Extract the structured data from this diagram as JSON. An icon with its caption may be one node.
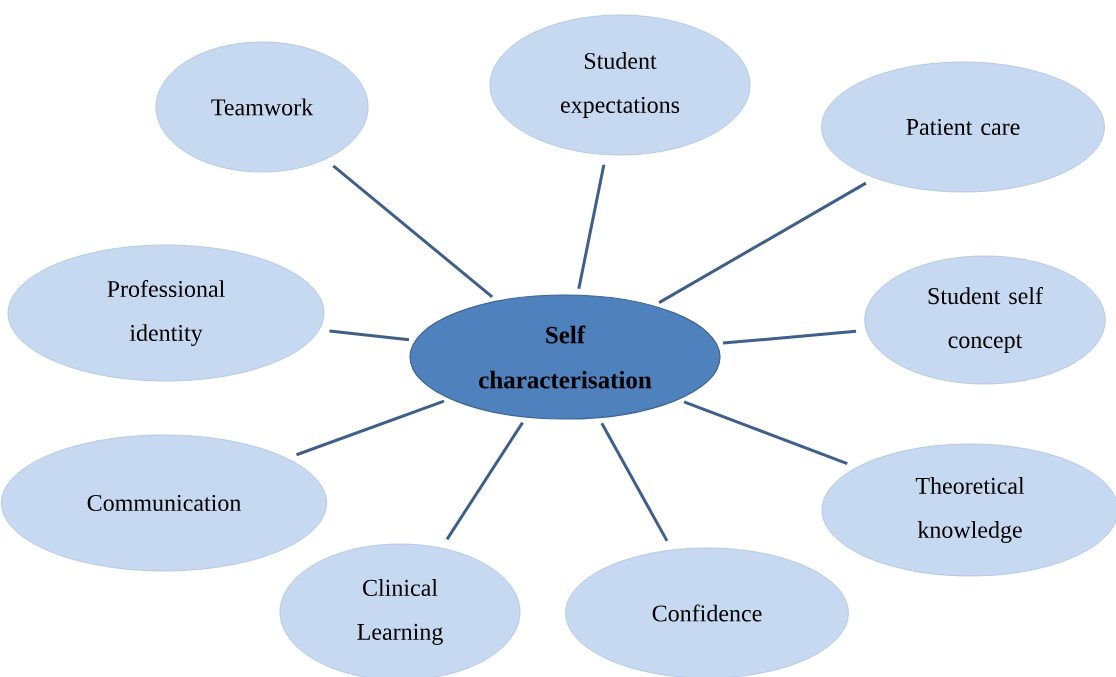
{
  "diagram": {
    "nodes": [
      {
        "text": [
          "Self characterisation"
        ]
      },
      {
        "text": [
          "Teamwork"
        ]
      },
      {
        "text": [
          "Student expectations"
        ]
      },
      {
        "text": [
          "Patient care"
        ]
      },
      {
        "text": [
          "Professional identity"
        ]
      },
      {
        "text": [
          "Student self concept"
        ]
      },
      {
        "text": [
          "Communication"
        ]
      },
      {
        "text": [
          "Theoretical knowledge"
        ]
      },
      {
        "text": [
          "Clinical Learning"
        ]
      },
      {
        "text": [
          "Confidence"
        ]
      }
    ],
    "edges": [
      {
        "from": 0,
        "to": 1,
        "arrow": "none"
      },
      {
        "from": 0,
        "to": 2,
        "arrow": "none"
      },
      {
        "from": 0,
        "to": 3,
        "arrow": "none"
      },
      {
        "from": 0,
        "to": 4,
        "arrow": "none"
      },
      {
        "from": 0,
        "to": 5,
        "arrow": "none"
      },
      {
        "from": 0,
        "to": 6,
        "arrow": "none"
      },
      {
        "from": 0,
        "to": 7,
        "arrow": "none"
      },
      {
        "from": 0,
        "to": 8,
        "arrow": "none"
      },
      {
        "from": 0,
        "to": 9,
        "arrow": "none"
      }
    ]
  }
}
